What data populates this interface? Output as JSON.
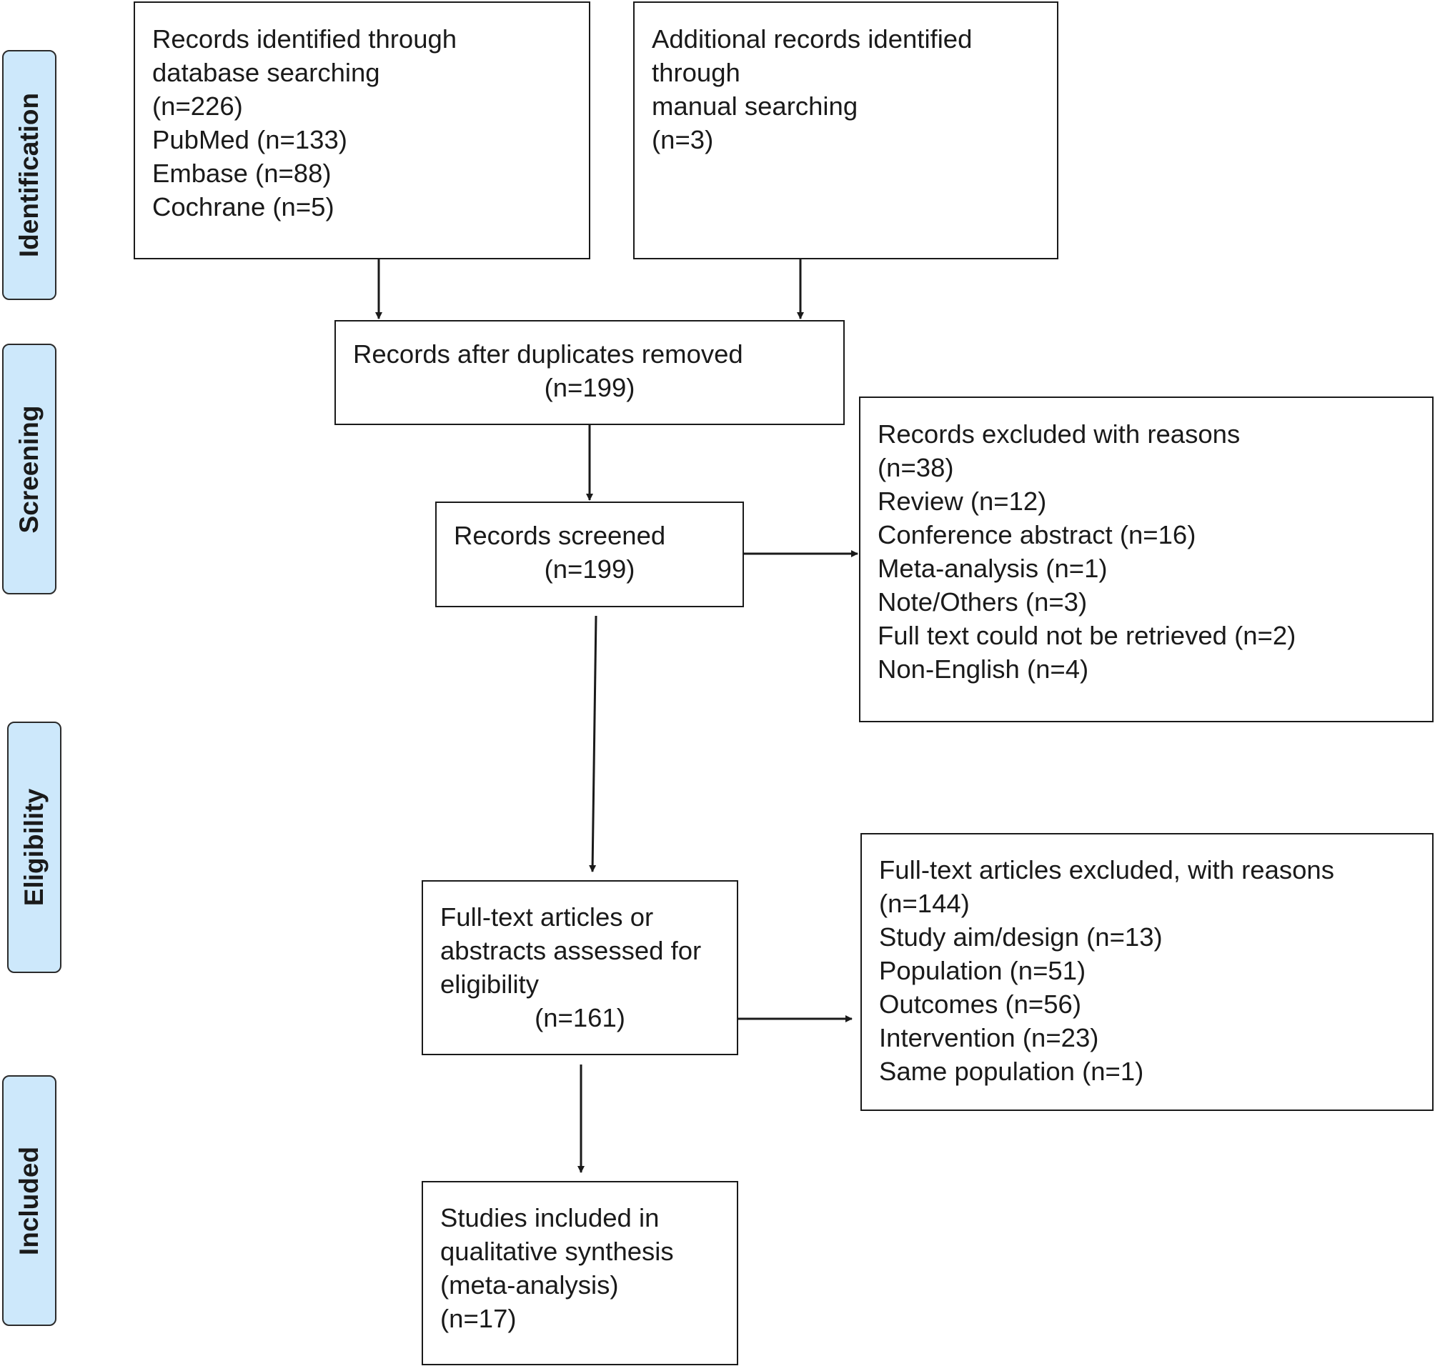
{
  "stages": {
    "identification": "Identification",
    "screening": "Screening",
    "eligibility": "Eligibility",
    "included": "Included"
  },
  "boxes": {
    "database_search": {
      "lines": [
        "Records identified through",
        "database searching",
        "(n=226)",
        "PubMed (n=133)",
        "Embase (n=88)",
        "Cochrane (n=5)"
      ]
    },
    "manual_search": {
      "lines": [
        "Additional records identified",
        "through",
        "manual searching",
        "(n=3)"
      ]
    },
    "duplicates_removed": {
      "lines": [
        "Records after duplicates removed",
        "(n=199)"
      ]
    },
    "screened": {
      "lines": [
        "Records screened",
        "(n=199)"
      ]
    },
    "excluded_records": {
      "lines": [
        "Records excluded with reasons",
        "(n=38)",
        "Review (n=12)",
        "Conference abstract (n=16)",
        "Meta-analysis (n=1)",
        "Note/Others (n=3)",
        "Full text could not be retrieved (n=2)",
        "Non-English (n=4)"
      ]
    },
    "full_text_assessed": {
      "lines": [
        "Full-text articles or",
        "abstracts assessed for",
        "eligibility",
        "(n=161)"
      ]
    },
    "full_text_excluded": {
      "lines": [
        "Full-text articles excluded, with reasons",
        "(n=144)",
        "Study aim/design (n=13)",
        "Population (n=51)",
        "Outcomes (n=56)",
        "Intervention (n=23)",
        "Same population (n=1)"
      ]
    },
    "included_studies": {
      "lines": [
        "Studies included in",
        "qualitative synthesis",
        "(meta-analysis)",
        "(n=17)"
      ]
    }
  }
}
